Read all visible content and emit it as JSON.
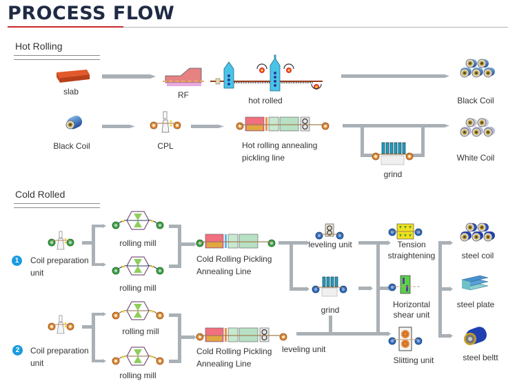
{
  "header": {
    "title": "PROCESS FLOW"
  },
  "colors": {
    "accent_red": "#c8282a",
    "title_navy": "#1f2a44",
    "connector_gray": "#a9b0b6",
    "badge_blue": "#1a9be0"
  },
  "hot_rolling": {
    "section_title": "Hot Rolling",
    "row1": [
      {
        "label": "slab",
        "icon": "slab-icon"
      },
      {
        "label": "RF",
        "icon": "reheating-furnace-icon"
      },
      {
        "label": "hot rolled",
        "icon": "hot-rolling-mill-icon"
      },
      {
        "label": "Black Coil",
        "icon": "coil-stack-icon"
      }
    ],
    "row2": [
      {
        "label": "Black Coil",
        "icon": "single-coil-icon"
      },
      {
        "label": "CPL",
        "icon": "coil-preparation-icon"
      },
      {
        "label": "Hot rolling annealing",
        "label2": "pickling line",
        "icon": "annealing-pickling-line-icon"
      },
      {
        "label": "grind",
        "icon": "grinder-icon"
      },
      {
        "label": "White Coil",
        "icon": "coil-stack-icon"
      }
    ]
  },
  "cold_rolled": {
    "section_title": "Cold Rolled",
    "prep_units": [
      {
        "badge": "1",
        "label": "Coil preparation",
        "label2": "unit"
      },
      {
        "badge": "2",
        "label": "Coil preparation",
        "label2": "unit"
      }
    ],
    "rolling_mills": [
      "rolling mill",
      "rolling mill",
      "rolling mill",
      "rolling mill"
    ],
    "lines": [
      {
        "label": "Cold Rolling Pickling",
        "label2": "Annealing Line"
      },
      {
        "label": "Cold Rolling Pickling",
        "label2": "Annealing Line"
      }
    ],
    "mid_units": [
      "leveling unit",
      "grind",
      "leveling unit"
    ],
    "finishing_units": [
      {
        "label": "Tension",
        "label2": "straightening"
      },
      {
        "label": "Horizontal",
        "label2": "shear unit"
      },
      {
        "label": "Slitting unit",
        "label2": ""
      }
    ],
    "products": [
      "steel coil",
      "steel plate",
      "steel beltt"
    ]
  }
}
